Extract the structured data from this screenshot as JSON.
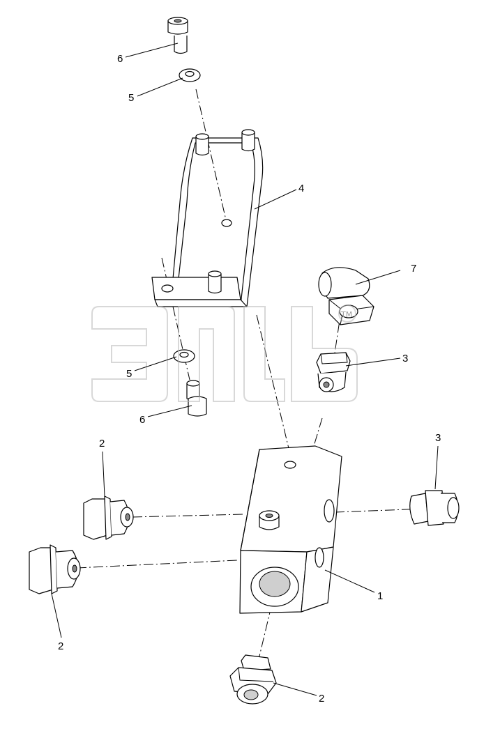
{
  "callouts": {
    "c1": "1",
    "c2a": "2",
    "c2b": "2",
    "c2c": "2",
    "c3a": "3",
    "c3b": "3",
    "c4": "4",
    "c5a": "5",
    "c5b": "5",
    "c6a": "6",
    "c6b": "6",
    "c7": "7"
  },
  "watermark": {
    "trademark": "TM"
  },
  "colors": {
    "line": "#000000",
    "background": "#ffffff",
    "watermark": "#b8b8b8"
  }
}
